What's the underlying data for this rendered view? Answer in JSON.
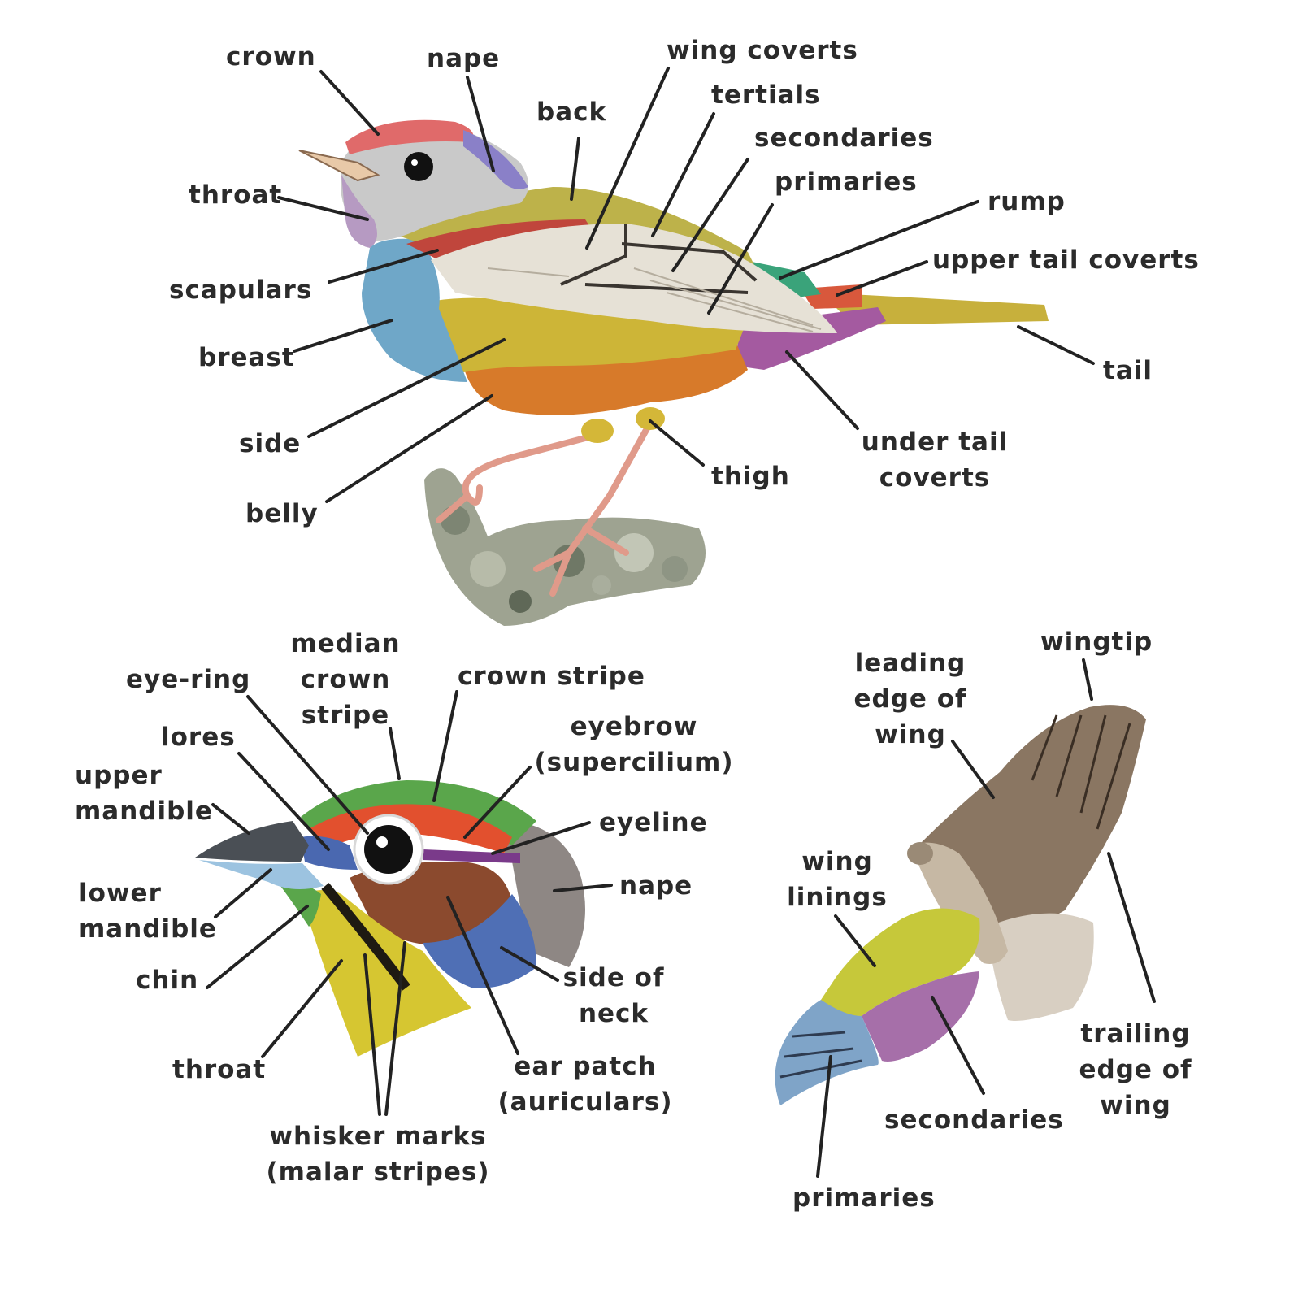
{
  "diagrams": {
    "body": {
      "labels": {
        "crown": "crown",
        "nape": "nape",
        "back": "back",
        "wing_coverts": "wing coverts",
        "tertials": "tertials",
        "secondaries": "secondaries",
        "primaries": "primaries",
        "rump": "rump",
        "upper_tail_coverts": "upper tail coverts",
        "tail": "tail",
        "throat": "throat",
        "scapulars": "scapulars",
        "breast": "breast",
        "side": "side",
        "belly": "belly",
        "thigh": "thigh",
        "under_tail_coverts_1": "under tail",
        "under_tail_coverts_2": "coverts"
      }
    },
    "head": {
      "labels": {
        "median_crown_stripe_1": "median",
        "median_crown_stripe_2": "crown",
        "median_crown_stripe_3": "stripe",
        "eye_ring": "eye-ring",
        "crown_stripe": "crown stripe",
        "lores": "lores",
        "eyebrow_1": "eyebrow",
        "eyebrow_2": "(supercilium)",
        "upper_mandible_1": "upper",
        "upper_mandible_2": "mandible",
        "eyeline": "eyeline",
        "nape": "nape",
        "lower_mandible_1": "lower",
        "lower_mandible_2": "mandible",
        "side_of_neck_1": "side of",
        "side_of_neck_2": "neck",
        "chin": "chin",
        "throat": "throat",
        "ear_patch_1": "ear patch",
        "ear_patch_2": "(auriculars)",
        "whisker_marks_1": "whisker marks",
        "whisker_marks_2": "(malar stripes)"
      }
    },
    "flight": {
      "labels": {
        "leading_edge_1": "leading",
        "leading_edge_2": "edge of",
        "leading_edge_3": "wing",
        "wingtip": "wingtip",
        "wing_linings_1": "wing",
        "wing_linings_2": "linings",
        "trailing_edge_1": "trailing",
        "trailing_edge_2": "edge of",
        "trailing_edge_3": "wing",
        "secondaries": "secondaries",
        "primaries": "primaries"
      }
    }
  },
  "colors": {
    "label_text": "#2b2b2b",
    "leader_line": "#222222",
    "crown": "#e06a6a",
    "nape_blue": "#8a80c8",
    "breast_blue": "#6fa7c8",
    "throat_lilac": "#b69ac2",
    "scapular_red": "#c0463c",
    "back_olive": "#bdb24a",
    "side_yellow": "#cdb537",
    "belly_orange": "#d77a2a",
    "undertail_purple": "#a45aa0",
    "rump_green": "#3aa37a",
    "tail_olive": "#c7b03c",
    "wing_pale": "#e6e1d6",
    "head_green": "#5aa64b",
    "head_orange_red": "#e2502e",
    "head_brown": "#8b4a2e",
    "head_gray": "#8e8784",
    "head_yellow": "#d6c631",
    "head_blue": "#4f6fb5",
    "hawk_yellow": "#c6c83a",
    "hawk_purple": "#a66fa9",
    "hawk_blue": "#7fa4c8",
    "hawk_brown": "#8a7662"
  }
}
